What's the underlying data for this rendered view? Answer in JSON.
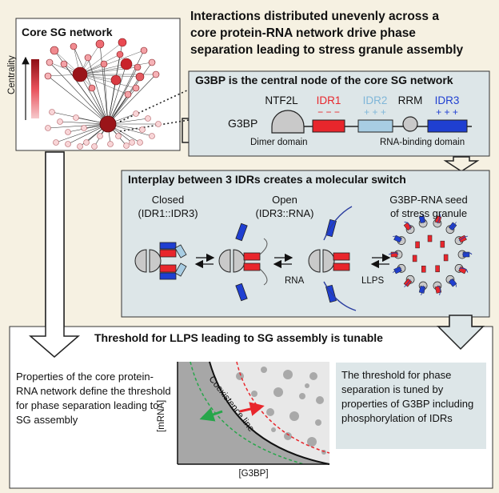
{
  "network": {
    "title": "Core SG network",
    "centrality_label": "Centrality"
  },
  "headline": {
    "line1": "Interactions distributed unevenly across a",
    "line2": "core protein-RNA network drive phase",
    "line3": "separation leading to stress granule assembly"
  },
  "g3bp_panel": {
    "title": "G3BP is the central node of the core SG network",
    "protein_name": "G3BP",
    "domains": {
      "ntf2l": "NTF2L",
      "idr1": "IDR1",
      "idr2": "IDR2",
      "rrm": "RRM",
      "idr3": "IDR3",
      "idr1_charge": "− − −",
      "idr2_charge": "+ + +",
      "idr3_charge": "+ + +"
    },
    "dimer_label": "Dimer domain",
    "rna_binding_label": "RNA-binding domain",
    "colors": {
      "idr1": "#e8262c",
      "idr2": "#a8cde3",
      "idr3": "#1f3fd1"
    }
  },
  "switch_panel": {
    "title": "Interplay between 3 IDRs creates a molecular switch",
    "closed_line1": "Closed",
    "closed_line2": "(IDR1::IDR3)",
    "open_line1": "Open",
    "open_line2": "(IDR3::RNA)",
    "seed_line1": "G3BP-RNA seed",
    "seed_line2": "of stress granule",
    "rna_label": "RNA",
    "llps_label": "LLPS"
  },
  "threshold_panel": {
    "title": "Threshold for LLPS leading to SG assembly is tunable",
    "left_text": "Properties of the core protein-RNA network define the threshold for phase separation leading to SG assembly",
    "right_text": "The threshold for phase separation is tuned by properties of G3BP including phosphorylation of IDRs",
    "y_axis": "[mRNA]",
    "x_axis": "[G3BP]",
    "coexistence_label": "Coexistence line"
  }
}
